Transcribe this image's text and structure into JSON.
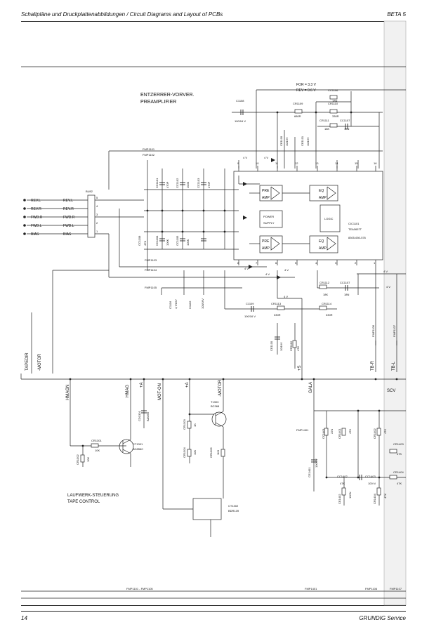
{
  "header": {
    "title": "Schaltpläne und Druckplattenabbildungen / Circuit Diagrams and Layout of PCBs",
    "model": "BETA 5"
  },
  "footer": {
    "page": "14",
    "brand": "GRUNDIG Service"
  },
  "preamp": {
    "title_de": "ENTZERRER-VORVER.",
    "title_en": "PREAMPLIFIER",
    "ic_ref": "CIC1101",
    "ic_type": "TEA0657T",
    "ic_part": "8305-650-576",
    "block_pre": "PRE",
    "block_amp": "AMP",
    "block_eq": "EQ",
    "block_power": "POWER",
    "block_supply": "SUPPLY",
    "block_logic": "LOGIC",
    "supply_for": "FOR = 3.3 V",
    "supply_rev": "REV = 0.6 V",
    "ic_top_pins": [
      "9",
      "10",
      "11",
      "12",
      "13",
      "14",
      "15",
      "16"
    ],
    "ic_bottom_pins": [
      "8",
      "7",
      "6",
      "5",
      "4",
      "3",
      "2",
      "1"
    ],
    "volt_4v": "4 V"
  },
  "head": {
    "ref": "BU82",
    "lines": [
      {
        "left": "REV.L",
        "right": "REV.L",
        "pin": "5"
      },
      {
        "left": "REV.R",
        "right": "REV.R",
        "pin": "4"
      },
      {
        "left": "FWD.R",
        "right": "FWD.R",
        "pin": "3"
      },
      {
        "left": "FWD.L",
        "right": "FWD.L",
        "pin": "2"
      },
      {
        "left": "BIAS",
        "right": "BIAS",
        "pin": "1"
      }
    ]
  },
  "components": {
    "c1": "C1108",
    "c1v": "100/16 V",
    "c2": "C1109",
    "c2v": "100/16 V",
    "r1": "CR1109",
    "r1v": "680R",
    "r2": "CR1110",
    "r2v": "330R",
    "cc1": "CC1106",
    "cc1v": "18N",
    "cc2": "CC1107",
    "cc2v": "18N",
    "cr1": "CR1111",
    "cr1v": "18K",
    "cr2": "CR1112",
    "cr2v": "18K",
    "cr3": "CR1113",
    "cr3v": "330R",
    "cr4": "CR1114",
    "cr4v": "330R",
    "ce1": "CE1100",
    "ce1v": "10/16V",
    "ce2": "CE1101",
    "ce2v": "10/16V",
    "cv1": "C1116",
    "cv1v": "4,7/16V",
    "cv2": "C1102",
    "cv2v": "100/16V",
    "crv": "CR1116",
    "crvv": "47K",
    "fmp1101": "FMP1101",
    "fmp1102": "FMP1102",
    "fmp1103": "FMP1103",
    "fmp1104": "FMP1104",
    "fmp1105": "FMP1105",
    "fmp1106": "FMP1106",
    "fmp1107": "FMP1107",
    "vert_caps": [
      "CC1101",
      "CC1102",
      "CC1103",
      "CC1104",
      "CC1105",
      "CC1108"
    ],
    "vert_vals": [
      "470P",
      "100K",
      "470P",
      "100K",
      "100K",
      "47N"
    ]
  },
  "signals": {
    "tapedir": "TAPEDIR",
    "motor": "-MOTOR",
    "hmagn": "HMAGN",
    "hmag": "HMAG",
    "plus_a": "+A",
    "moton": "MOT-ON",
    "plus_a2": "+A",
    "motor2": "-MOTOR",
    "plus_s": "+S",
    "gala": "GALA",
    "tbr": "TB-R",
    "tbl": "TB-L",
    "scv": "SCV"
  },
  "tape_control": {
    "title_de": "LAUFWERK-STEUERUNG",
    "title_en": "TAPE CONTROL",
    "t1": "CT1301",
    "t1v": "BC856C",
    "t2": "T1303",
    "t2v": "BC368",
    "t3": "CT1302",
    "t3v": "BDR139",
    "r1": "CR1301",
    "r1v": "10K",
    "r2": "CR1302",
    "r2v": "10K",
    "r3": "CR1303",
    "r3v": "1K",
    "r4": "CR1304",
    "r4v": "10K",
    "r5": "CR1305",
    "r5v": "1K0",
    "d1": "CD1301",
    "d1v": "BAW56"
  },
  "scv_block": {
    "fmp": "FMP1401",
    "c1": "CC1401",
    "c1v": "22N",
    "c2": "CE1401",
    "c2v": "100/6V",
    "c3": "CC1402",
    "c3v": "47K",
    "c4": "CC1403",
    "c4v": "100 N",
    "c5": "CR1401",
    "c5v": "47K",
    "c6": "CR1402",
    "c6v": "47K",
    "c7": "CR1403",
    "c7v": "47K",
    "c8": "CR1404",
    "c8v": "47K",
    "c9": "CE1402",
    "c9v": "100N"
  },
  "bottom_labels": {
    "l1": "FMP1101 - FMP1105",
    "l2": "FMP1401",
    "l3": "FMP1106",
    "l4": "FMP1107"
  }
}
